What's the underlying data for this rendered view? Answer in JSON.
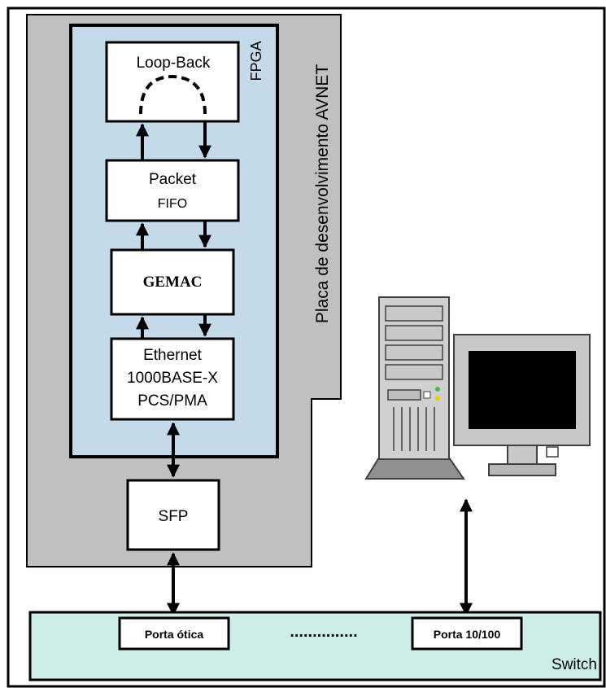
{
  "board": {
    "label": "Placa de desenvolvimento AVNET",
    "fpga_label": "FPGA"
  },
  "blocks": {
    "loopback": "Loop-Back",
    "packet_fifo": [
      "Packet",
      "FIFO"
    ],
    "gemac": "GEMAC",
    "ethernet": [
      "Ethernet",
      "1000BASE-X",
      "PCS/PMA"
    ],
    "sfp": "SFP"
  },
  "switch": {
    "label": "Switch",
    "port_optical": "Porta ótica",
    "port_10_100": "Porta 10/100",
    "dots": "..............."
  },
  "icons": [
    "desktop-tower-icon",
    "monitor-icon"
  ],
  "colors": {
    "board_gray": "#c0c0c0",
    "fpga_blue": "#c4dae8",
    "switch_cyan": "#cdeee8",
    "monitor_screen": "#000000",
    "led_green": "#40c040",
    "led_yellow": "#e8d000"
  }
}
